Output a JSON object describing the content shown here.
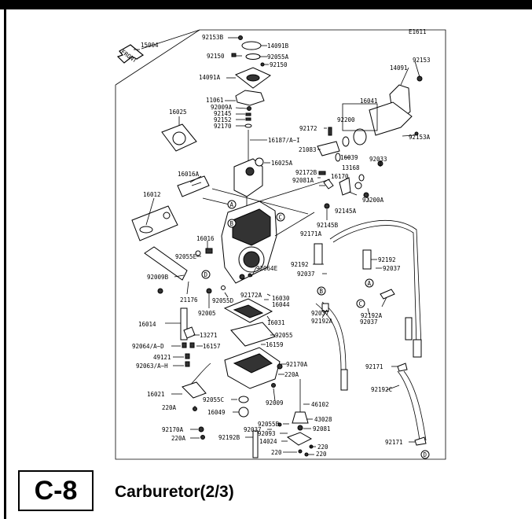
{
  "figure_code": "E1611",
  "front_label": "FRONT",
  "section": {
    "code": "C-8",
    "title": "Carburetor(2/3)"
  },
  "callouts": {
    "A": "A",
    "B": "B",
    "C": "C",
    "D": "D"
  },
  "parts": [
    {
      "id": "p15004",
      "label": "15004"
    },
    {
      "id": "p92153b",
      "label": "92153B"
    },
    {
      "id": "p14091b",
      "label": "14091B"
    },
    {
      "id": "p92150a",
      "label": "92150"
    },
    {
      "id": "p92055a",
      "label": "92055A"
    },
    {
      "id": "p92150b",
      "label": "92150"
    },
    {
      "id": "p14091a",
      "label": "14091A"
    },
    {
      "id": "p92153",
      "label": "92153"
    },
    {
      "id": "p14091",
      "label": "14091"
    },
    {
      "id": "p11061",
      "label": "11061"
    },
    {
      "id": "p92009a",
      "label": "92009A"
    },
    {
      "id": "p92145",
      "label": "92145"
    },
    {
      "id": "p92152",
      "label": "92152"
    },
    {
      "id": "p92170",
      "label": "92170"
    },
    {
      "id": "p16025",
      "label": "16025"
    },
    {
      "id": "p16041",
      "label": "16041"
    },
    {
      "id": "p92172",
      "label": "92172"
    },
    {
      "id": "p92200",
      "label": "92200"
    },
    {
      "id": "p16187",
      "label": "16187/A~I"
    },
    {
      "id": "p21083",
      "label": "21083"
    },
    {
      "id": "p92153a",
      "label": "92153A"
    },
    {
      "id": "p16025a",
      "label": "16025A"
    },
    {
      "id": "p16039",
      "label": "16039"
    },
    {
      "id": "p92033",
      "label": "92033"
    },
    {
      "id": "p13168",
      "label": "13168"
    },
    {
      "id": "p16016a",
      "label": "16016A"
    },
    {
      "id": "p92172b",
      "label": "92172B"
    },
    {
      "id": "p16170",
      "label": "16170"
    },
    {
      "id": "p92081a",
      "label": "92081A"
    },
    {
      "id": "p92200a",
      "label": "92200A"
    },
    {
      "id": "p16012",
      "label": "16012"
    },
    {
      "id": "p92145a",
      "label": "92145A"
    },
    {
      "id": "p92145b",
      "label": "92145B"
    },
    {
      "id": "p92171a",
      "label": "92171A"
    },
    {
      "id": "p16016",
      "label": "16016"
    },
    {
      "id": "p92055e",
      "label": "92055E"
    },
    {
      "id": "p92192a1",
      "label": "92192"
    },
    {
      "id": "p92192b1",
      "label": "92192"
    },
    {
      "id": "p92037a",
      "label": "92037"
    },
    {
      "id": "p92037b",
      "label": "92037"
    },
    {
      "id": "p92009b",
      "label": "92009B"
    },
    {
      "id": "p92064e",
      "label": "92064E"
    },
    {
      "id": "p21176",
      "label": "21176"
    },
    {
      "id": "p92172a",
      "label": "92172A"
    },
    {
      "id": "p16030",
      "label": "16030"
    },
    {
      "id": "p92055d",
      "label": "92055D"
    },
    {
      "id": "p16044",
      "label": "16044"
    },
    {
      "id": "p92192a",
      "label": "92192A"
    },
    {
      "id": "p92005",
      "label": "92005"
    },
    {
      "id": "p92037c",
      "label": "92037"
    },
    {
      "id": "p92192a2",
      "label": "92192A"
    },
    {
      "id": "p92037d",
      "label": "92037"
    },
    {
      "id": "p16031",
      "label": "16031"
    },
    {
      "id": "p16014",
      "label": "16014"
    },
    {
      "id": "p13271",
      "label": "13271"
    },
    {
      "id": "p92055",
      "label": "92055"
    },
    {
      "id": "p92064ad",
      "label": "92064/A~D"
    },
    {
      "id": "p16157",
      "label": "16157"
    },
    {
      "id": "p16159",
      "label": "16159"
    },
    {
      "id": "p49121",
      "label": "49121"
    },
    {
      "id": "p92063ah",
      "label": "92063/A~H"
    },
    {
      "id": "p92170a1",
      "label": "92170A"
    },
    {
      "id": "p220a1",
      "label": "220A"
    },
    {
      "id": "p92171",
      "label": "92171"
    },
    {
      "id": "p92192c",
      "label": "92192C"
    },
    {
      "id": "p16021",
      "label": "16021"
    },
    {
      "id": "p92055c",
      "label": "92055C"
    },
    {
      "id": "p92009",
      "label": "92009"
    },
    {
      "id": "p46102",
      "label": "46102"
    },
    {
      "id": "p220a2",
      "label": "220A"
    },
    {
      "id": "p16049",
      "label": "16049"
    },
    {
      "id": "p43028",
      "label": "43028"
    },
    {
      "id": "p92055b",
      "label": "92055B"
    },
    {
      "id": "p92081",
      "label": "92081"
    },
    {
      "id": "p92037e",
      "label": "92037"
    },
    {
      "id": "p92093",
      "label": "92093"
    },
    {
      "id": "p92170a2",
      "label": "92170A"
    },
    {
      "id": "p92192b",
      "label": "92192B"
    },
    {
      "id": "p14024",
      "label": "14024"
    },
    {
      "id": "p220a3",
      "label": "220A"
    },
    {
      "id": "p220b",
      "label": "220"
    },
    {
      "id": "p220c",
      "label": "220"
    },
    {
      "id": "p220d",
      "label": "220"
    },
    {
      "id": "p92171b",
      "label": "92171"
    }
  ]
}
